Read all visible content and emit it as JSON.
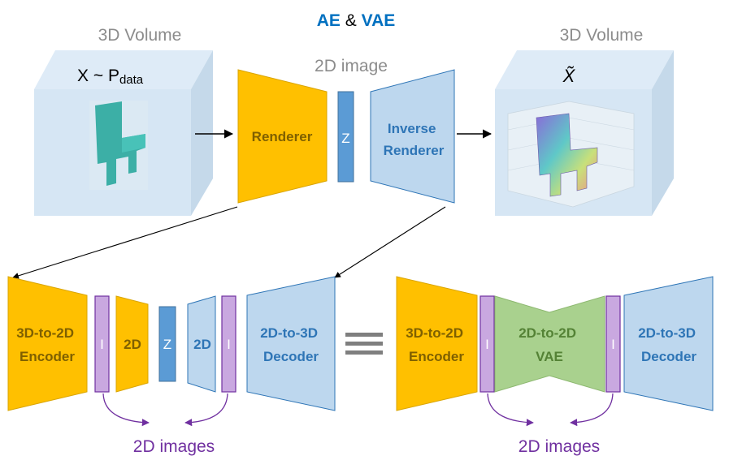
{
  "title": {
    "ae": "AE",
    "amp": " & ",
    "vae": "VAE"
  },
  "top": {
    "input_volume_label": "3D Volume",
    "input_formula_x": "X ~ P",
    "input_formula_sub": "data",
    "center_caption": "2D image",
    "renderer": "Renderer",
    "latent": "Z",
    "inverse_renderer_line1": "Inverse",
    "inverse_renderer_line2": "Renderer",
    "output_volume_label": "3D Volume",
    "output_symbol": "X̃"
  },
  "bottom_left": {
    "encoder_line1": "3D-to-2D",
    "encoder_line2": "Encoder",
    "image_slot_a": "I",
    "encoder_2d": "2D",
    "latent": "Z",
    "decoder_2d": "2D",
    "image_slot_b": "I",
    "decoder_line1": "2D-to-3D",
    "decoder_line2": "Decoder",
    "images_caption": "2D images"
  },
  "bottom_right": {
    "encoder_line1": "3D-to-2D",
    "encoder_line2": "Encoder",
    "image_slot_a": "I",
    "vae_line1": "2D-to-2D",
    "vae_line2": "VAE",
    "image_slot_b": "I",
    "decoder_line1": "2D-to-3D",
    "decoder_line2": "Decoder",
    "images_caption": "2D images"
  },
  "colors": {
    "orange": "#FFC000",
    "orange_text": "#7F6000",
    "light_blue": "#BDD7EE",
    "blue_text": "#2E75B6",
    "latent_blue": "#5B9BD5",
    "purple": "#C9A8E0",
    "purple_text": "#7030A0",
    "green": "#A9D18E",
    "green_text": "#548235",
    "title_blue": "#0070C0",
    "gray_text": "#8C8C8C"
  }
}
